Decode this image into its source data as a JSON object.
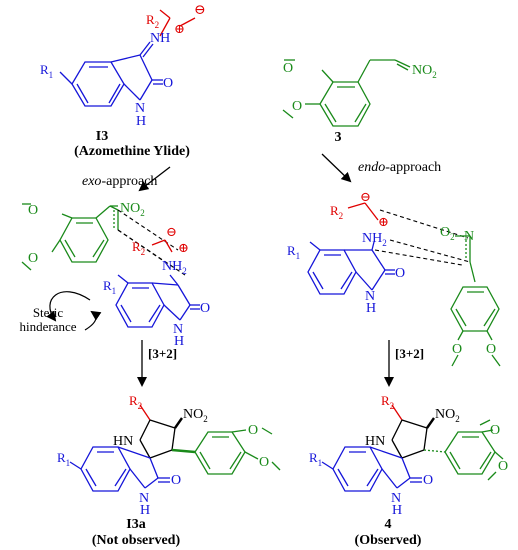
{
  "colors": {
    "blue": "#1515d9",
    "red": "#e00000",
    "green": "#1a8a1a",
    "black": "#000000"
  },
  "top_left": {
    "r2": "R",
    "r2_sub": "2",
    "charge_minus": "⊖",
    "nh_plus": "NH",
    "charge_plus": "⊕",
    "r1": "R",
    "r1_sub": "1",
    "o": "O",
    "n": "N",
    "h": "H",
    "id": "I3",
    "name": "(Azomethine Ylide)"
  },
  "top_right": {
    "o1": "O",
    "o2": "O",
    "no2": "NO",
    "no2_sub": "2",
    "id": "3"
  },
  "approach_left": {
    "italic": "exo",
    "rest": "-approach"
  },
  "approach_right": {
    "italic": "endo",
    "rest": "-approach"
  },
  "ts_left": {
    "no2": "NO",
    "no2_sub": "2",
    "r2": "R",
    "r2_sub": "2",
    "nh2": "NH",
    "nh2_sub": "2",
    "r1": "R",
    "r1_sub": "1",
    "o": "O",
    "n": "N",
    "h": "H",
    "o1": "O",
    "o2": "O",
    "steric1": "Steric",
    "steric2": "hinderance"
  },
  "ts_right": {
    "r2": "R",
    "r2_sub": "2",
    "nh2": "NH",
    "nh2_sub": "2",
    "o2n": "O",
    "o2n_sub": "2",
    "n_green": "N",
    "r1": "R",
    "r1_sub": "1",
    "o": "O",
    "n": "N",
    "h": "H",
    "o1": "O",
    "o2": "O"
  },
  "step_label": "[3+2]",
  "prod_left": {
    "r2": "R",
    "r2_sub": "2",
    "no2": "NO",
    "no2_sub": "2",
    "hn": "HN",
    "r1": "R",
    "r1_sub": "1",
    "o": "O",
    "n": "N",
    "h": "H",
    "o1": "O",
    "o2": "O",
    "id": "I3a",
    "status": "(Not observed)"
  },
  "prod_right": {
    "r2": "R",
    "r2_sub": "2",
    "no2": "NO",
    "no2_sub": "2",
    "hn": "HN",
    "r1": "R",
    "r1_sub": "1",
    "o": "O",
    "n": "N",
    "h": "H",
    "o1": "O",
    "o2": "O",
    "id": "4",
    "status": "(Observed)"
  }
}
